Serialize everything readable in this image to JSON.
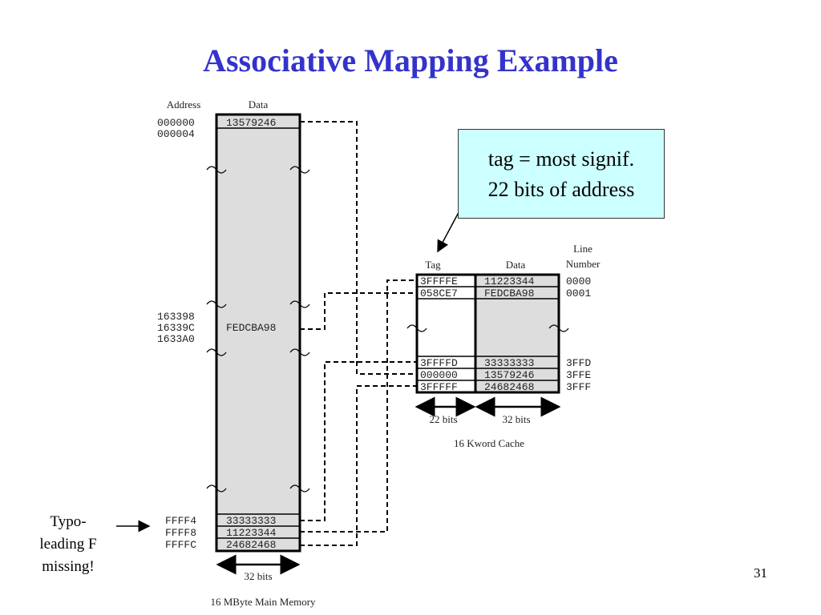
{
  "slide": {
    "title": "Associative Mapping Example",
    "page_number": "31"
  },
  "callout": {
    "line1": "tag = most signif.",
    "line2": "22 bits of address"
  },
  "typo_note": {
    "line1": "Typo-",
    "line2": "leading F",
    "line3": "missing!"
  },
  "main_memory": {
    "address_header": "Address",
    "data_header": "Data",
    "width_label": "32 bits",
    "caption": "16 MByte Main Memory",
    "top_addresses": [
      "000000",
      "000004"
    ],
    "top_data": "13579246",
    "mid_addresses": [
      "163398",
      "16339C",
      "1633A0"
    ],
    "mid_data": "FEDCBA98",
    "bottom_addresses": [
      "FFFF4",
      "FFFF8",
      "FFFFC"
    ],
    "bottom_data": [
      "33333333",
      "11223344",
      "24682468"
    ]
  },
  "cache": {
    "tag_header": "Tag",
    "data_header": "Data",
    "line_header_1": "Line",
    "line_header_2": "Number",
    "top_tags": [
      "3FFFFE",
      "058CE7"
    ],
    "top_data": [
      "11223344",
      "FEDCBA98"
    ],
    "top_lines": [
      "0000",
      "0001"
    ],
    "bottom_tags": [
      "3FFFFD",
      "000000",
      "3FFFFF"
    ],
    "bottom_data": [
      "33333333",
      "13579246",
      "24682468"
    ],
    "bottom_lines": [
      "3FFD",
      "3FFE",
      "3FFF"
    ],
    "tag_width_label": "22 bits",
    "data_width_label": "32 bits",
    "caption": "16 Kword Cache"
  },
  "colors": {
    "title": "#3333cc",
    "callout_fill": "#ccffff",
    "shaded_column": "#dddddd"
  }
}
